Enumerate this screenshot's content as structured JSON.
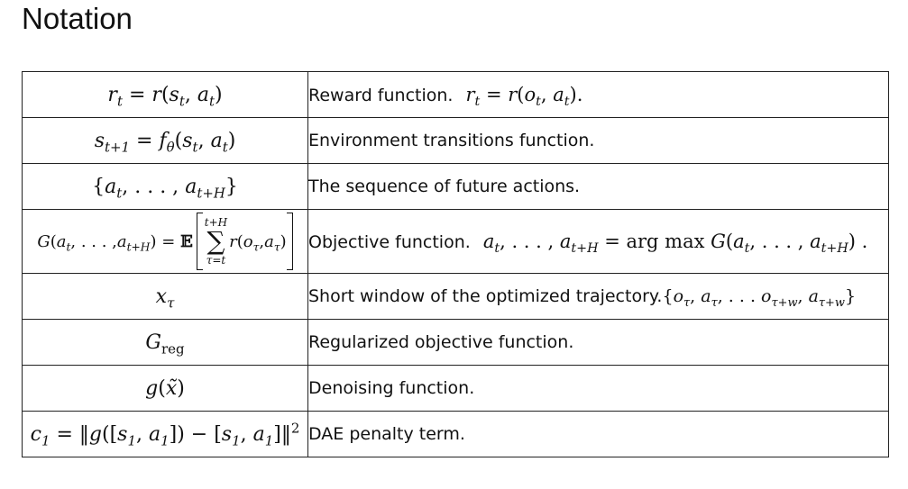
{
  "heading": "Notation",
  "rows": [
    {
      "desc": "Reward function."
    },
    {
      "desc": "Environment transitions function."
    },
    {
      "desc": "The sequence of future actions."
    },
    {
      "desc": "Objective function."
    },
    {
      "desc": "Short window of the optimized trajectory."
    },
    {
      "desc": "Regularized objective function."
    },
    {
      "desc": "Denoising function."
    },
    {
      "desc": "DAE penalty term."
    }
  ]
}
